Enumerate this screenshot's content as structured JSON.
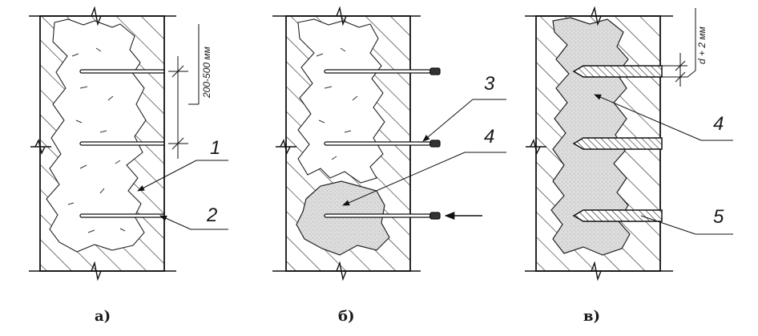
{
  "figure": {
    "panels": [
      {
        "caption": "а)"
      },
      {
        "caption": "б)"
      },
      {
        "caption": "в)"
      }
    ],
    "dimensions": {
      "spacing": "200-500 мм",
      "clearance": "d + 2 мм"
    },
    "callouts": [
      "1",
      "2",
      "3",
      "4",
      "4",
      "5"
    ]
  }
}
